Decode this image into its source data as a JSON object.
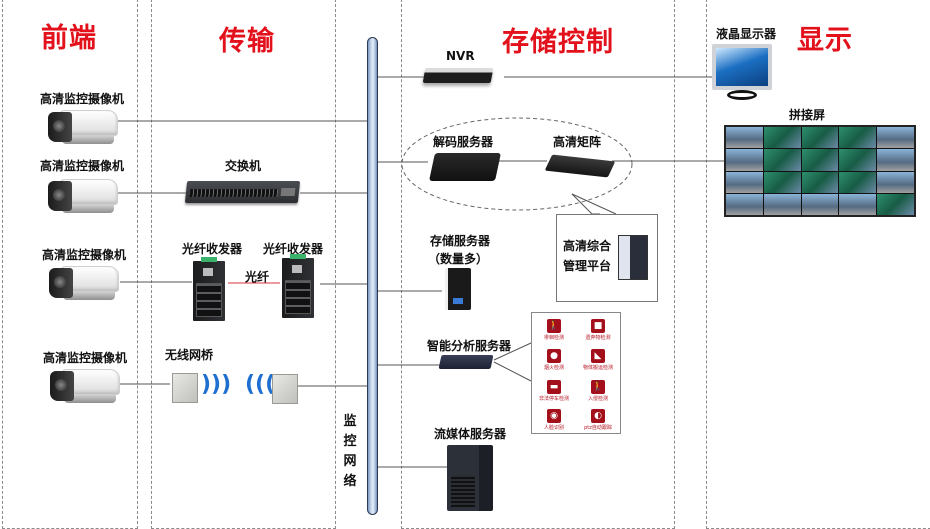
{
  "zones": {
    "frontend": "前端",
    "transmission": "传输",
    "storage_control": "存储控制",
    "display": "显示"
  },
  "bus_label": [
    "监",
    "控",
    "网",
    "络"
  ],
  "frontend": {
    "cameras": [
      {
        "label": "高清监控摄像机"
      },
      {
        "label": "高清监控摄像机"
      },
      {
        "label": "高清监控摄像机"
      },
      {
        "label": "高清监控摄像机"
      }
    ]
  },
  "transmission": {
    "switch_label": "交换机",
    "transceiver_left_label": "光纤收发器",
    "transceiver_right_label": "光纤收发器",
    "fiber_label": "光纤",
    "wireless_bridge_label": "无线网桥"
  },
  "storage_control": {
    "nvr_label": "NVR",
    "decoder_label": "解码服务器",
    "matrix_label": "高清矩阵",
    "storage_label": "存储服务器",
    "storage_sub": "（数量多）",
    "mgmt_line1": "高清综合",
    "mgmt_line2": "管理平台",
    "analysis_label": "智能分析服务器",
    "streaming_label": "流媒体服务器",
    "analysis_functions": [
      {
        "icon": "person-loiter-icon",
        "glyph": "🚶",
        "label": "徘徊检测"
      },
      {
        "icon": "bag-icon",
        "glyph": "■",
        "label": "遗弃物检测"
      },
      {
        "icon": "fire-icon",
        "glyph": "●",
        "label": "烟火检测"
      },
      {
        "icon": "object-move-icon",
        "glyph": "◣",
        "label": "物体搬运检测"
      },
      {
        "icon": "car-icon",
        "glyph": "▬",
        "label": "非法停车检测"
      },
      {
        "icon": "intrusion-icon",
        "glyph": "🚶",
        "label": "入侵检测"
      },
      {
        "icon": "face-icon",
        "glyph": "◉",
        "label": "人脸识别"
      },
      {
        "icon": "ptz-icon",
        "glyph": "◐",
        "label": "ptz自动跟踪"
      }
    ]
  },
  "display": {
    "monitor_label": "液晶显示器",
    "videowall_label": "拼接屏"
  },
  "colors": {
    "title_red": "#e3111b",
    "fiber_red": "#d9333f",
    "bus_blue": "#a9c0e0",
    "analysis_red": "#a3101b"
  }
}
